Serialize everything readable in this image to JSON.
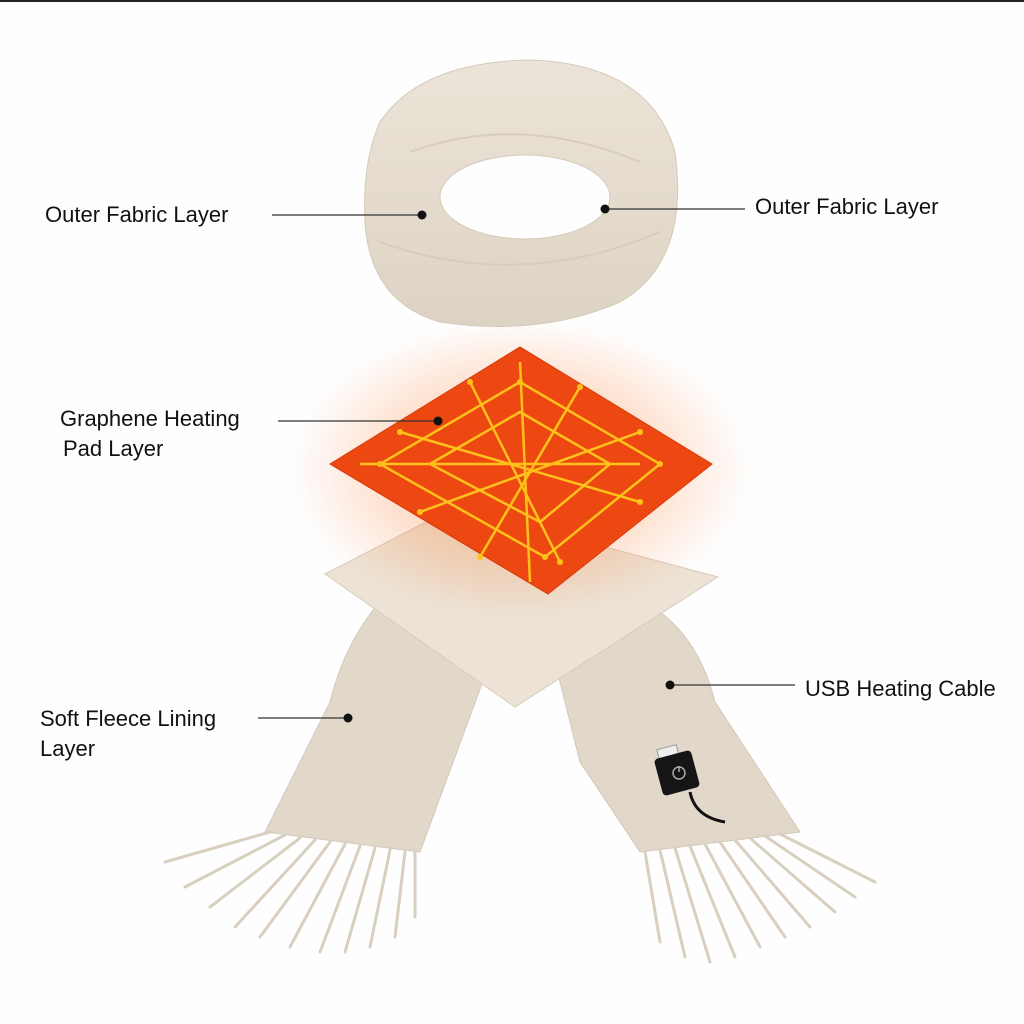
{
  "labels": {
    "outer_fabric_left": "Outer Fabric Layer",
    "outer_fabric_right": "Outer Fabric Layer",
    "graphene_line1": "Graphene Heating",
    "graphene_line2": "Pad Layer",
    "fleece_line1": "Soft Fleece Lining",
    "fleece_line2": "Layer",
    "usb_cable": "USB Heating Cable"
  },
  "colors": {
    "fabric": "#e4dbcd",
    "heating_pad": "#f04a10",
    "circuit": "#ffc21a",
    "leader_line": "#333333"
  },
  "icons": [
    "usb-power-plug-icon"
  ]
}
